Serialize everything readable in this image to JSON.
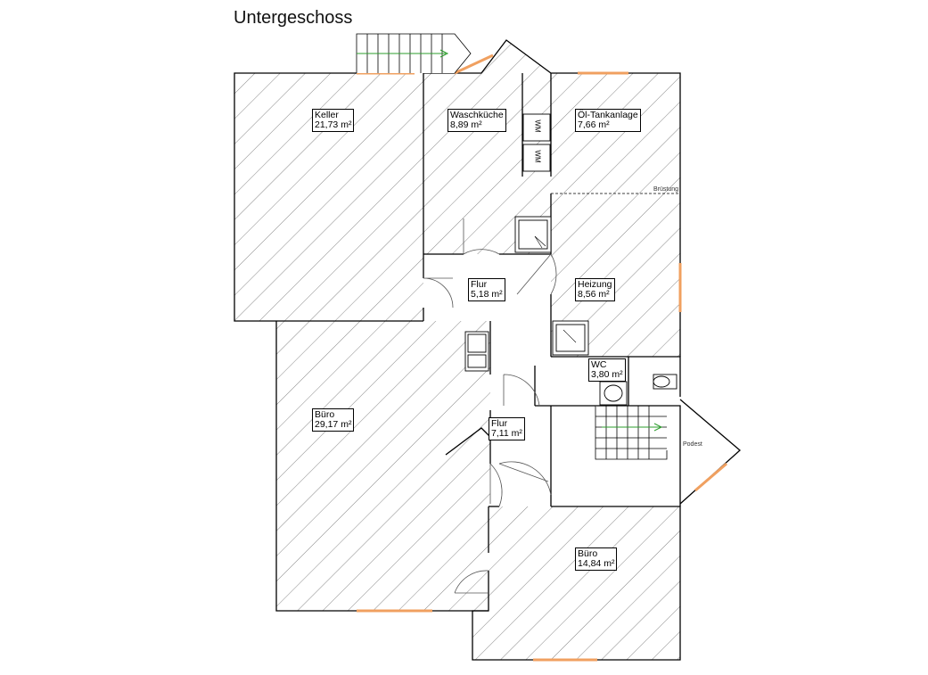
{
  "title": "Untergeschoss",
  "rooms": {
    "keller": {
      "name": "Keller",
      "area": "21,73 m²"
    },
    "waschkueche": {
      "name": "Waschküche",
      "area": "8,89 m²"
    },
    "oeltank": {
      "name": "Öl-Tankanlage",
      "area": "7,66 m²"
    },
    "flur1": {
      "name": "Flur",
      "area": "5,18 m²"
    },
    "heizung": {
      "name": "Heizung",
      "area": "8,56 m²"
    },
    "wc": {
      "name": "WC",
      "area": "3,80 m²"
    },
    "buero1": {
      "name": "Büro",
      "area": "29,17 m²"
    },
    "flur2": {
      "name": "Flur",
      "area": "7,11 m²"
    },
    "buero2": {
      "name": "Büro",
      "area": "14,84 m²"
    }
  },
  "labels": {
    "bruestung": "Brüstung",
    "podest": "Podest",
    "wm": "WM"
  },
  "colors": {
    "wall": "#000000",
    "hatch": "#7a7a7a",
    "window": "#f0a060",
    "stair_arrow": "#2e9e2e"
  }
}
